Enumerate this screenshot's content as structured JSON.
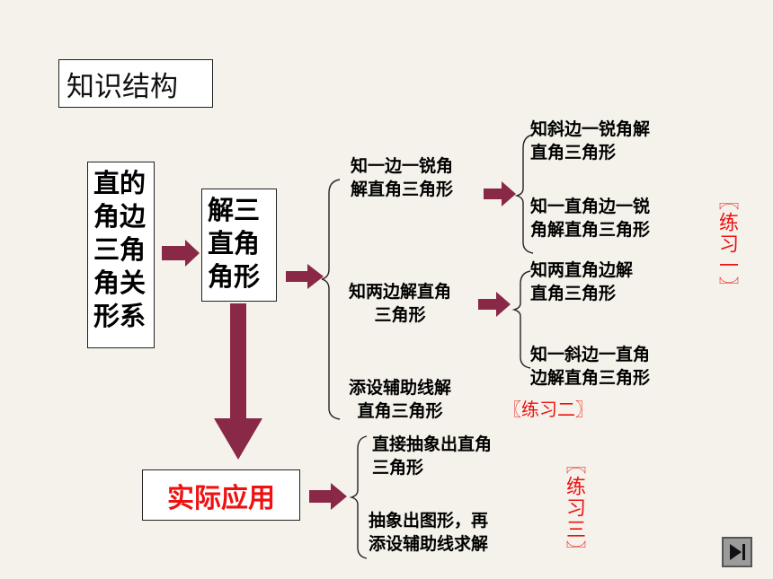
{
  "title": "知识结构",
  "main_box": "直的角边三角角关形系",
  "main_box_lines": [
    "直的",
    "角边",
    "三角",
    "角关",
    "形系"
  ],
  "solve_box_lines": [
    "解三",
    "直角",
    "角形"
  ],
  "apply_box": "实际应用",
  "branch1": {
    "lines": [
      "知一边一锐角",
      "解直角三角形"
    ]
  },
  "branch1_sub1": {
    "lines": [
      "知斜边一锐角解",
      "直角三角形"
    ]
  },
  "branch1_sub2": {
    "lines": [
      "知一直角边一锐",
      "角解直角三角形"
    ]
  },
  "branch2": {
    "lines": [
      "知两边解直角",
      "三角形"
    ]
  },
  "branch2_sub1": {
    "lines": [
      "知两直角边解",
      "直角三角形"
    ]
  },
  "branch2_sub2": {
    "lines": [
      "知一斜边一直角",
      "边解直角三角形"
    ]
  },
  "branch3": {
    "lines": [
      "添设辅助线解",
      "直角三角形"
    ]
  },
  "apply1": {
    "lines": [
      "直接抽象出直角",
      "三角形"
    ]
  },
  "apply2": {
    "lines": [
      "抽象出图形，再",
      "添设辅助线求解"
    ]
  },
  "exercise1": "〖练习一〗",
  "exercise2": "〖练习二〗",
  "exercise3": "〖练习三〗",
  "colors": {
    "arrow": "#8a2848",
    "red": "#ee1111",
    "background": "#f4f2ea"
  },
  "nav_icon": "next-slide-icon"
}
